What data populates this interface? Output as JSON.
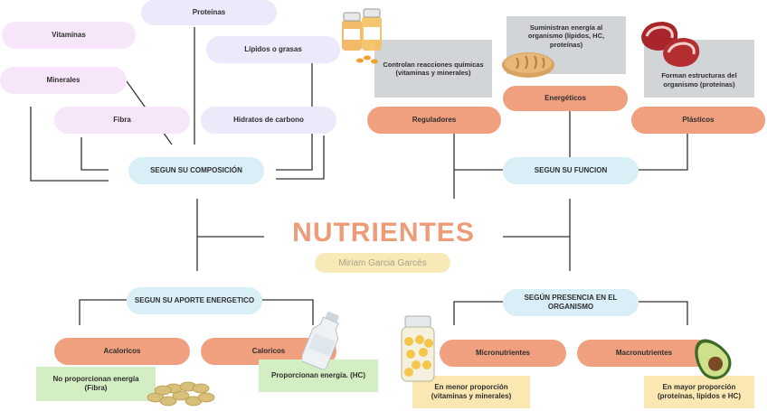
{
  "title": "NUTRIENTES",
  "author": "Miriam Garcia Garcés",
  "composition": {
    "label": "SEGUN SU COMPOSICIÓN",
    "items": [
      "Proteinas",
      "Vitaminas",
      "Lípidos o grasas",
      "Minerales",
      "Fibra",
      "Hidratos de carbono"
    ]
  },
  "function": {
    "label": "SEGUN SU FUNCION",
    "reguladores": {
      "label": "Reguladores",
      "desc": "Controlan reacciones químicas (vitaminas y minerales)"
    },
    "energeticos": {
      "label": "Energéticos",
      "desc": "Suministran energía al organismo (lípidos, HC, proteínas)"
    },
    "plasticos": {
      "label": "Plásticos",
      "desc": "Forman estructuras del organismo (proteínas)"
    }
  },
  "energy": {
    "label": "SEGUN SU APORTE ENERGETICO",
    "acaloricos": {
      "label": "Acaloricos",
      "desc": "No proporcionan energía (Fibra)"
    },
    "caloricos": {
      "label": "Caloricos",
      "desc": "Proporcionan energía. (HC)"
    }
  },
  "presence": {
    "label": "SEGÚN PRESENCIA EN EL ORGANISMO",
    "micro": {
      "label": "Micronutrientes",
      "desc": "En menor proporción (vitaminas y minerales)"
    },
    "macro": {
      "label": "Macronutrientes",
      "desc": "En mayor proporción (proteínas, lípidos e HC)"
    }
  },
  "colors": {
    "title": "#ee9b77",
    "salmon": "#f0a07f",
    "blue": "#daeef7",
    "pink": "#f7e6f9",
    "lavender": "#ece9fb",
    "gray": "#d1d5d8",
    "green": "#d3eec2",
    "yellow": "#fbe7b1"
  },
  "icons": [
    "supplement-bottles-icon",
    "bread-icon",
    "meat-icon",
    "milk-bottle-icon",
    "seeds-icon",
    "pill-bottle-icon",
    "avocado-icon"
  ]
}
